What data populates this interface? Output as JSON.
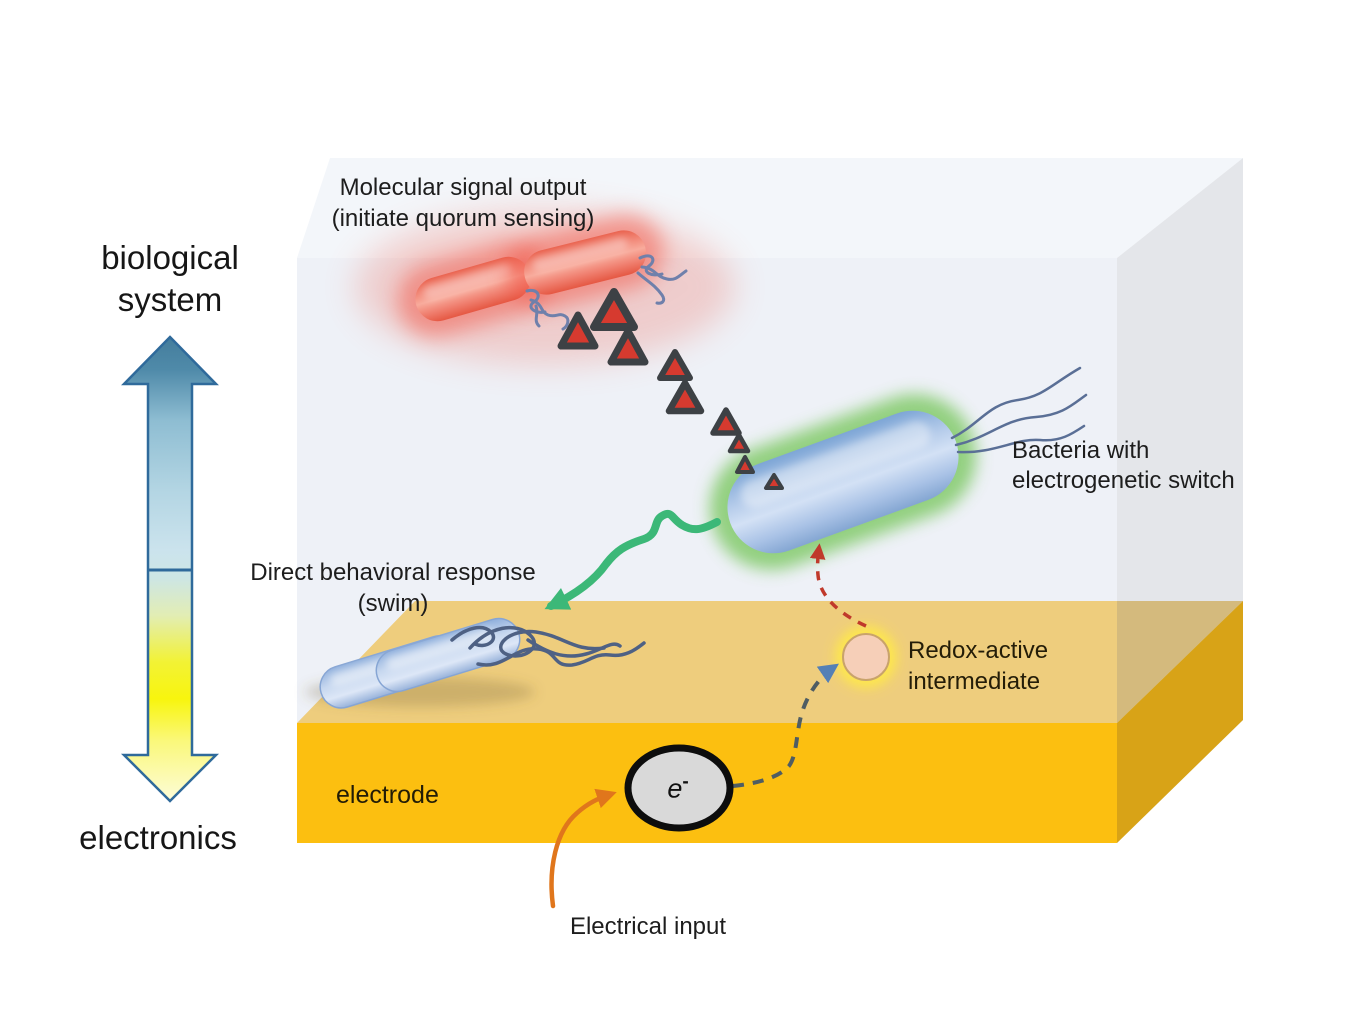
{
  "figure": {
    "kind": "scientific-diagram",
    "axis": {
      "top_line1": "biological",
      "top_line2": "system",
      "bottom": "electronics"
    },
    "labels": {
      "molecular_signal_line1": "Molecular signal output",
      "molecular_signal_line2": "(initiate quorum sensing)",
      "bacteria_switch_line1": "Bacteria with",
      "bacteria_switch_line2": "electrogenetic switch",
      "behavior_line1": "Direct behavioral response",
      "behavior_line2": "(swim)",
      "redox_line1": "Redox-active",
      "redox_line2": "intermediate",
      "electrode": "electrode",
      "electron_base": "e",
      "electron_sup": "-",
      "electrical_input": "Electrical input"
    },
    "colors": {
      "electrode_front": "#fcbf10",
      "electrode_top": "#eecd7d",
      "electrode_side": "#d8a317",
      "chamber_front": "#eef1f7",
      "chamber_top": "#f3f6fa",
      "chamber_side": "#e4e6ea",
      "signal_bacteria_red": "#ee6a56",
      "signal_molecule_red": "#d63a2f",
      "molecule_border_gray": "#3d4145",
      "switch_bacteria_blue": "#9db9e2",
      "switch_glow_green": "#7cc862",
      "redox_fill": "#f6cfb8",
      "redox_glow_yellow": "#ffe94a",
      "green_arrow": "#3cb878",
      "orange_arrow": "#e0761c",
      "red_dashed_arrow": "#c0392b",
      "gray_dashed_line": "#4f5d63",
      "blue_arrowhead": "#5580b5",
      "axis_arrow_blue": "#4682a4",
      "axis_arrow_yellow": "#f6f318",
      "flagella_blue": "#6f80ab"
    }
  }
}
